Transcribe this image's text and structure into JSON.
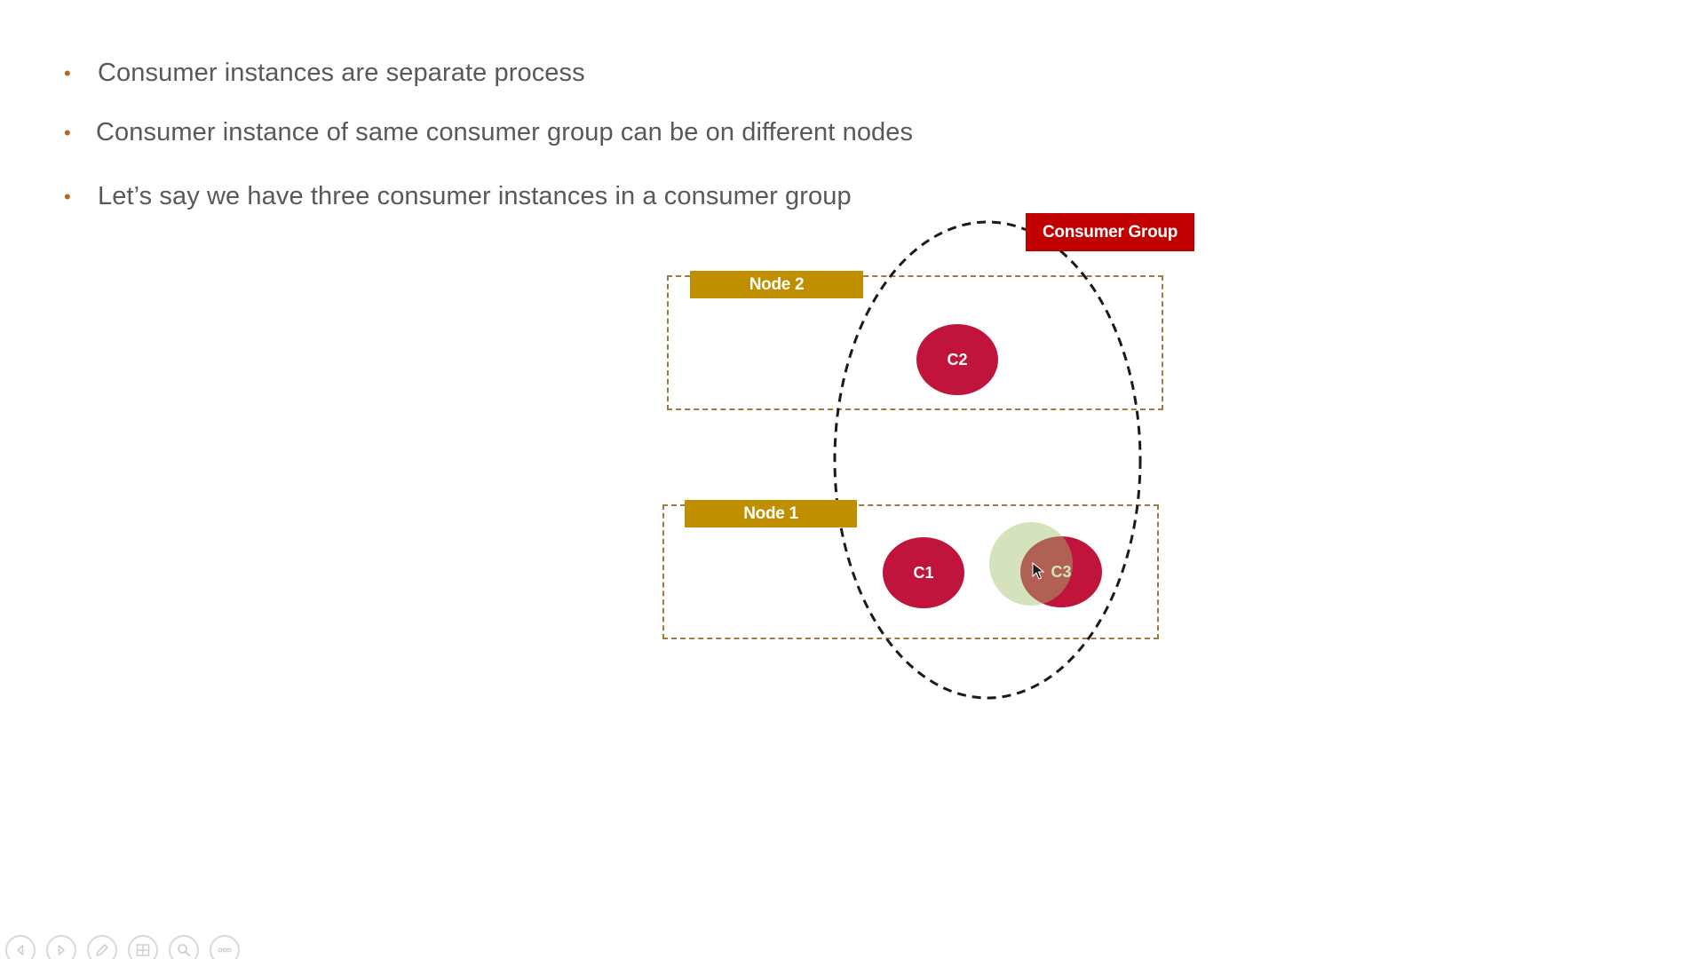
{
  "slide": {
    "bullets": [
      "Consumer instances are separate process",
      "Consumer instance of same consumer group can be on different nodes",
      "Let’s say we have three consumer instances in a consumer group"
    ],
    "bullet_marker": "•"
  },
  "diagram": {
    "group_label": "Consumer Group",
    "nodes": [
      {
        "label": "Node 2"
      },
      {
        "label": "Node 1"
      }
    ],
    "consumers": [
      "C2",
      "C1",
      "C3"
    ]
  },
  "colors": {
    "bullet_text": "#595959",
    "bullet_marker": "#b5651d",
    "node_label_bg": "#bf8f00",
    "group_label_bg": "#c00000",
    "consumer_fill": "#c0143c",
    "node_border": "#a07a40"
  },
  "toolbar": {
    "icons": [
      "previous-icon",
      "next-icon",
      "pen-icon",
      "slides-grid-icon",
      "zoom-icon",
      "more-options-icon"
    ]
  }
}
